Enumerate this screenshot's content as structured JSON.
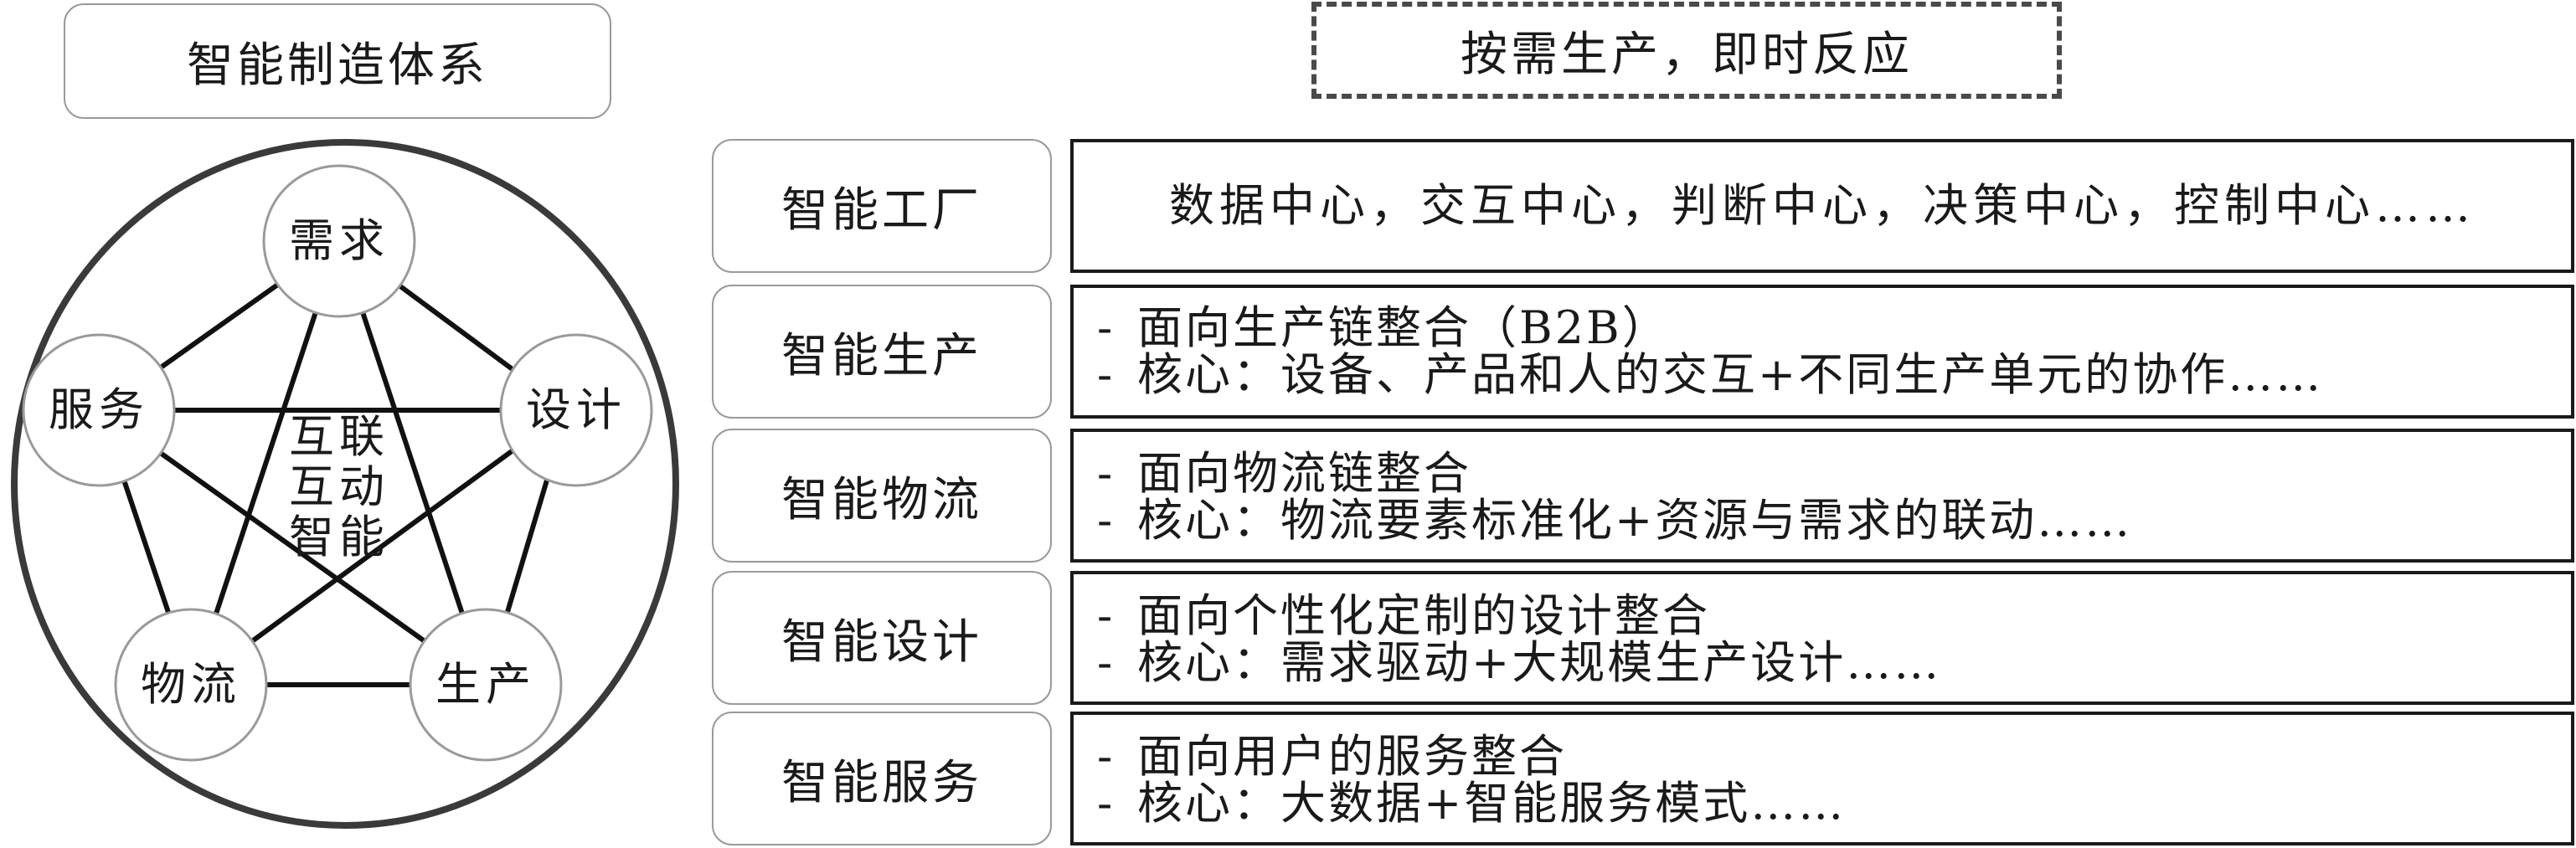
{
  "system_title": "智能制造体系",
  "top_banner": "按需生产，即时反应",
  "pentagon": {
    "nodes": [
      "需求",
      "设计",
      "生产",
      "物流",
      "服务"
    ],
    "center_lines": [
      "互联",
      "互动",
      "智能"
    ]
  },
  "rows": [
    {
      "label": "智能工厂",
      "lines": [
        "数据中心，交互中心，判断中心，决策中心，控制中心……"
      ],
      "single": true
    },
    {
      "label": "智能生产",
      "lines": [
        "面向生产链整合（B2B）",
        "核心：设备、产品和人的交互+不同生产单元的协作……"
      ]
    },
    {
      "label": "智能物流",
      "lines": [
        "面向物流链整合",
        "核心：物流要素标准化+资源与需求的联动……"
      ]
    },
    {
      "label": "智能设计",
      "lines": [
        "面向个性化定制的设计整合",
        "核心：需求驱动+大规模生产设计……"
      ]
    },
    {
      "label": "智能服务",
      "lines": [
        "面向用户的服务整合",
        "核心：大数据+智能服务模式……"
      ]
    }
  ],
  "dash_symbol": "-"
}
